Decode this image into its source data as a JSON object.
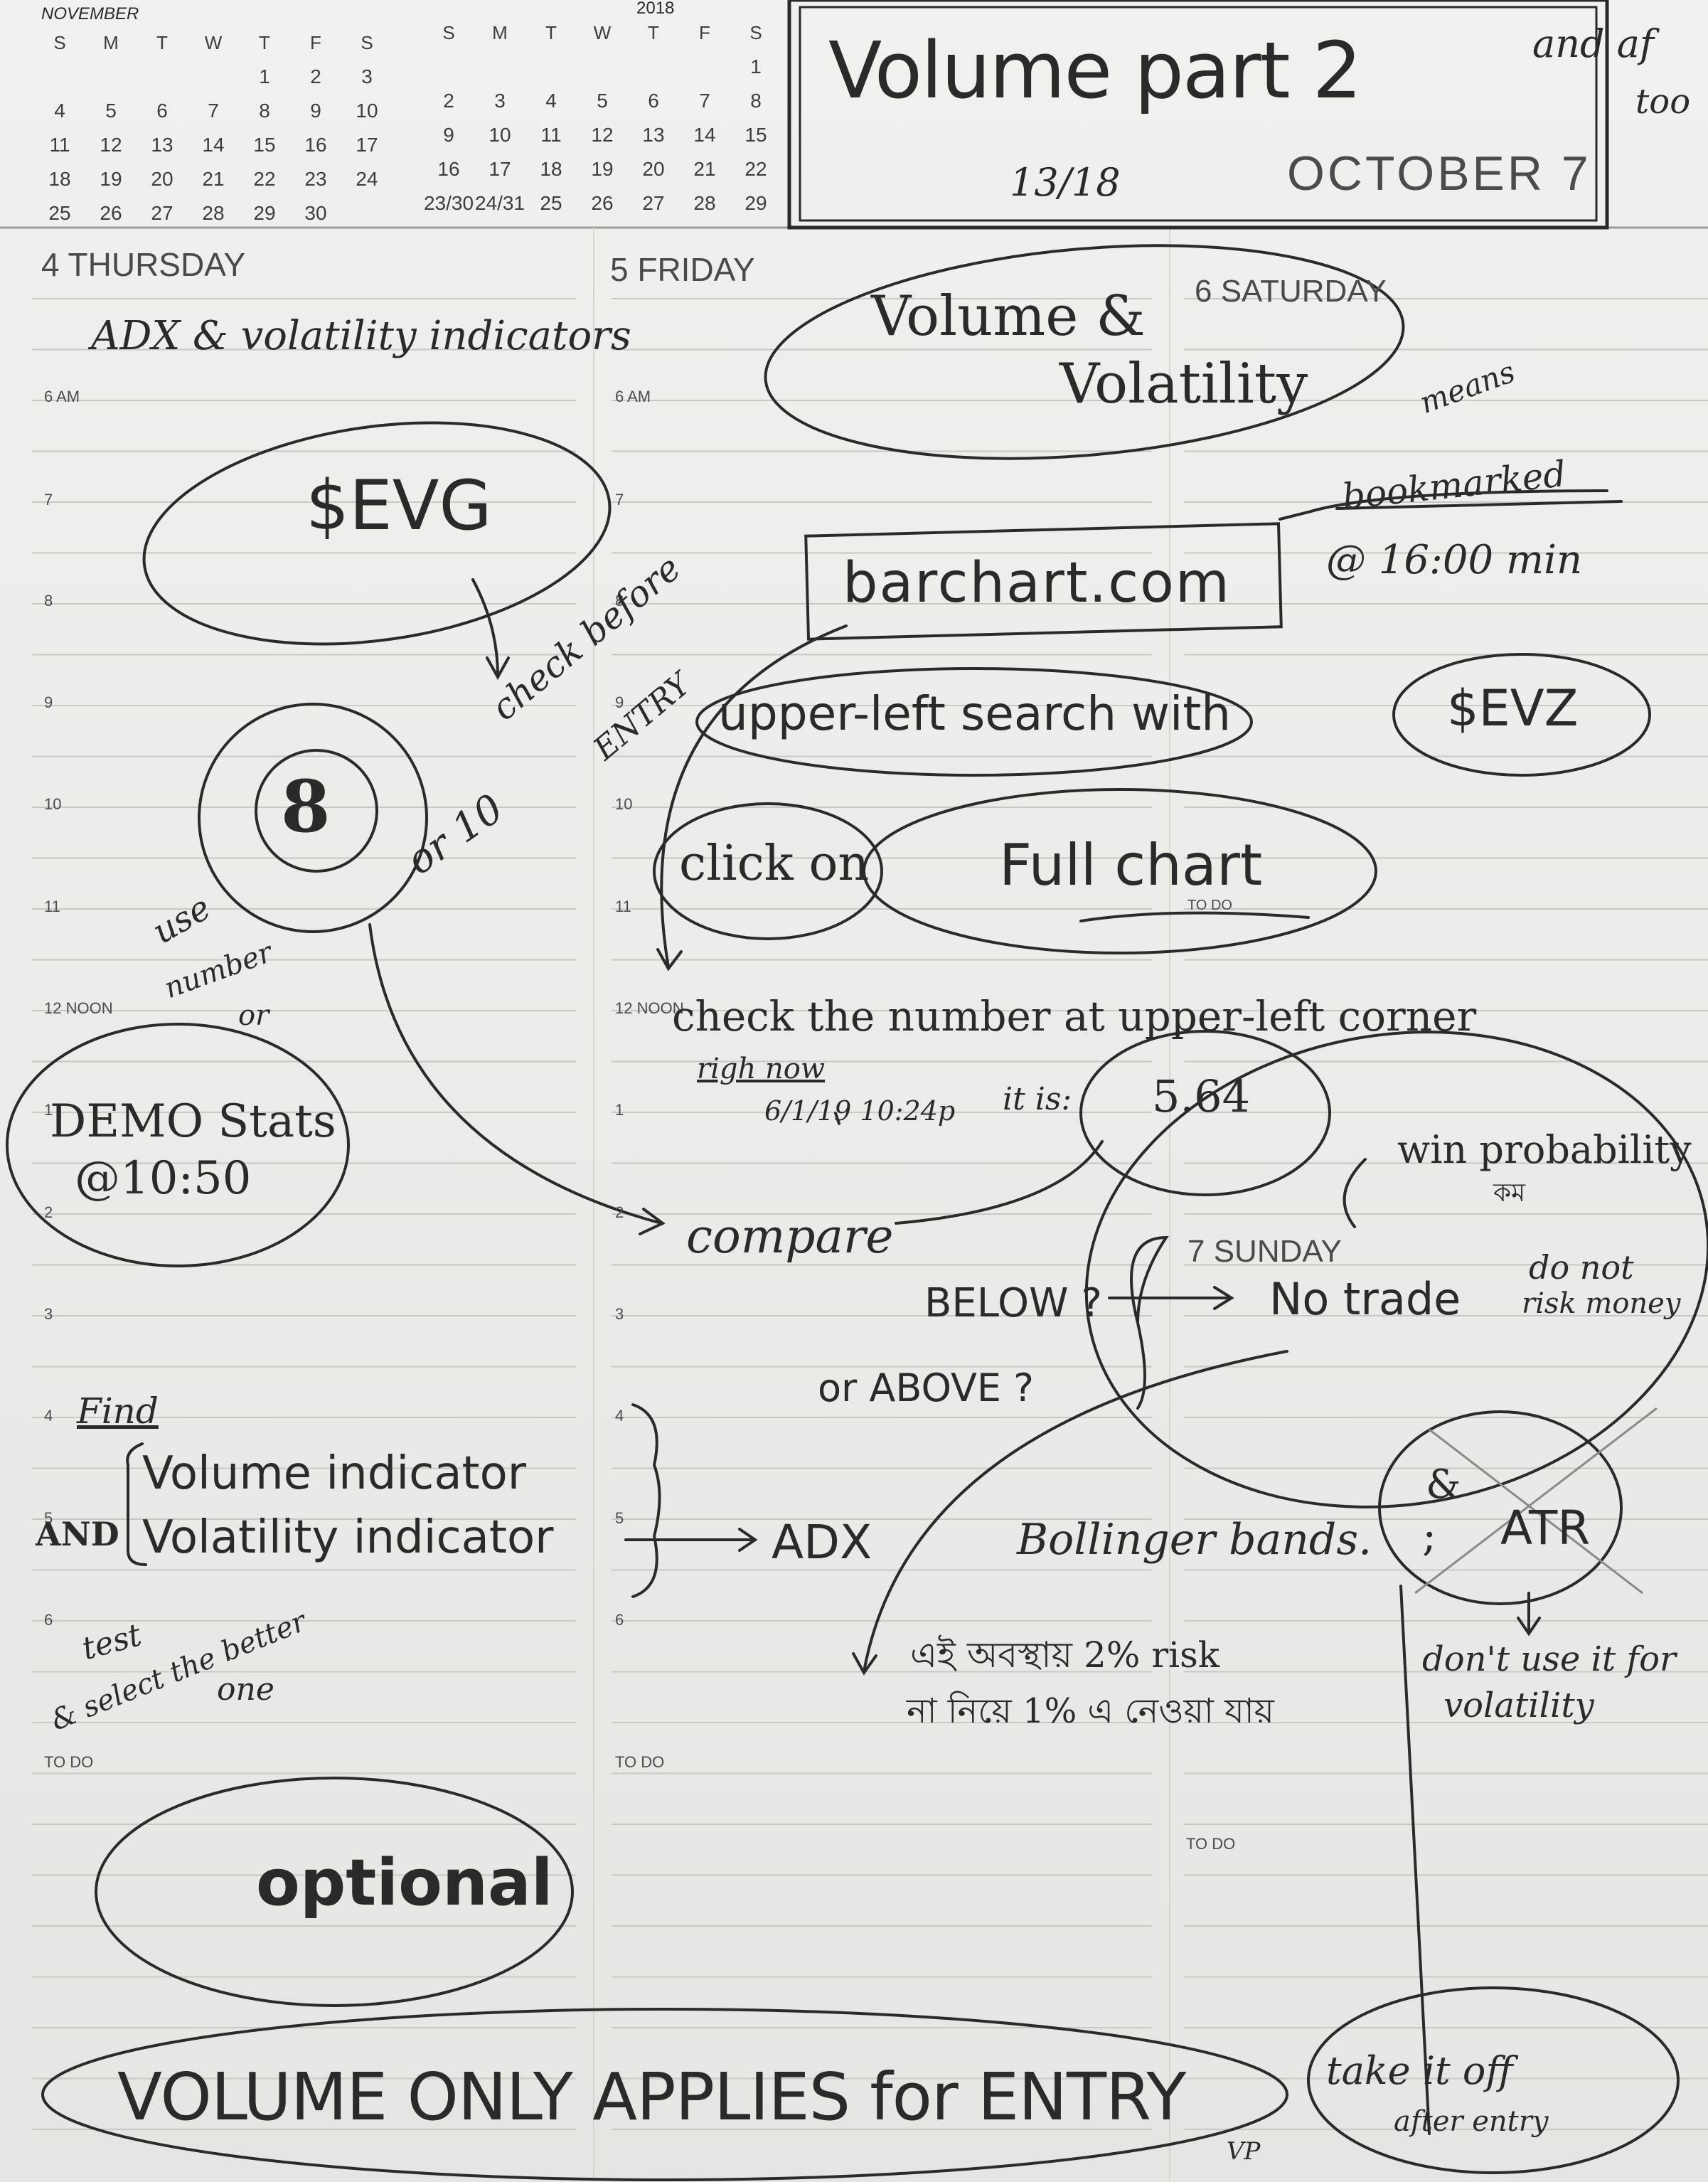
{
  "calendars": {
    "left": {
      "month_label": "NOVEMBER",
      "weekdays": [
        "S",
        "M",
        "T",
        "W",
        "T",
        "F",
        "S"
      ],
      "weeks": [
        [
          "",
          "",
          "",
          "",
          "1",
          "2",
          "3"
        ],
        [
          "4",
          "5",
          "6",
          "7",
          "8",
          "9",
          "10"
        ],
        [
          "11",
          "12",
          "13",
          "14",
          "15",
          "16",
          "17"
        ],
        [
          "18",
          "19",
          "20",
          "21",
          "22",
          "23",
          "24"
        ],
        [
          "25",
          "26",
          "27",
          "28",
          "29",
          "30",
          ""
        ]
      ]
    },
    "right": {
      "month_label": "2018",
      "weekdays": [
        "S",
        "M",
        "T",
        "W",
        "T",
        "F",
        "S"
      ],
      "weeks": [
        [
          "",
          "",
          "",
          "",
          "",
          "",
          "1"
        ],
        [
          "2",
          "3",
          "4",
          "5",
          "6",
          "7",
          "8"
        ],
        [
          "9",
          "10",
          "11",
          "12",
          "13",
          "14",
          "15"
        ],
        [
          "16",
          "17",
          "18",
          "19",
          "20",
          "21",
          "22"
        ],
        [
          "23/30",
          "24/31",
          "25",
          "26",
          "27",
          "28",
          "29"
        ]
      ]
    }
  },
  "header": {
    "title": "Volume part 2",
    "page_count": "13/18",
    "side_note_1": "and af",
    "side_note_2": "too",
    "month_label": "OCTOBER 7"
  },
  "days": {
    "thursday": "4 THURSDAY",
    "friday": "5 FRIDAY",
    "saturday": "6 SATURDAY",
    "sunday": "7 SUNDAY"
  },
  "hours": {
    "left": [
      "6 AM",
      "7",
      "8",
      "9",
      "10",
      "11",
      "12 NOON",
      "1",
      "2",
      "3",
      "4",
      "5",
      "6",
      "TO DO"
    ],
    "mid": [
      "6 AM",
      "7",
      "8",
      "9",
      "10",
      "11",
      "12 NOON",
      "1",
      "2",
      "3",
      "4",
      "5",
      "6",
      "TO DO"
    ],
    "todo_right": "TO DO",
    "todo_small": "TO DO"
  },
  "notes": {
    "adx_heading": "ADX & volatility indicators",
    "evg": "$EVG",
    "check_before_1": "check before",
    "check_before_2": "ENTRY",
    "eight": "8",
    "or10": "or 10",
    "use": "use",
    "number": "number",
    "or": "or",
    "demo_1": "DEMO Stats",
    "demo_2": "@10:50",
    "find": "Find",
    "and": "AND",
    "vol_ind": "Volume indicator",
    "volat_ind": "Volatility indicator",
    "test_1": "test",
    "test_2": "& select the better",
    "test_3": "one",
    "optional": "optional",
    "volume_only": "VOLUME ONLY APPLIES for ENTRY",
    "vp": "VP",
    "take_1": "take it off",
    "take_2": "after entry",
    "vv_1": "Volume &",
    "vv_2": "Volatility",
    "means": "means",
    "bookmarked": "bookmarked",
    "at_time": "@ 16:00 min",
    "barchart": "barchart.com",
    "upper_left": "upper-left search with",
    "evz": "$EVZ",
    "click_on": "click on",
    "full_chart": "Full chart",
    "check_number": "check the number at upper-left corner",
    "right_now": "righ now",
    "date_time": "6/1/19 10:24p",
    "it_is": "it is:",
    "value": "5.64",
    "compare": "compare",
    "win_prob": "win probability",
    "bengali_small": "কম",
    "below": "BELOW ?",
    "no_trade": "No trade",
    "do_not_1": "do not",
    "do_not_2": "risk money",
    "or_above": "or  ABOVE ?",
    "adx": "ADX",
    "bollinger": "Bollinger bands.",
    "semicolon": ";",
    "amp": "&",
    "atr": "ATR",
    "bengali_1": "এই অবস্থায়  2% risk",
    "bengali_2": "না নিয়ে  1% এ নেওয়া যায়",
    "dont_use_1": "don't use it for",
    "dont_use_2": "volatility"
  },
  "colors": {
    "ink": "#2a2a2a",
    "print": "#4a4a4a",
    "paper": "#ecebe7",
    "rule": "#c9c8c3"
  }
}
